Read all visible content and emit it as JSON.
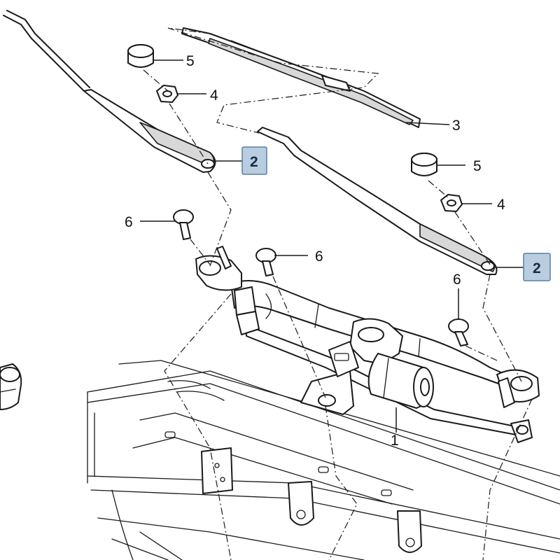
{
  "callouts": {
    "motor_linkage": "1",
    "wiper_arm_left": "2",
    "wiper_arm_right": "2",
    "wiper_blade": "3",
    "nut_left": "4",
    "nut_right": "4",
    "cap_left": "5",
    "cap_right": "5",
    "screw_left": "6",
    "screw_center": "6",
    "screw_right": "6"
  },
  "colors": {
    "line": "#1a1a1a",
    "highlight_box": "#b8cde0",
    "highlight_border": "#5b7fa6"
  }
}
